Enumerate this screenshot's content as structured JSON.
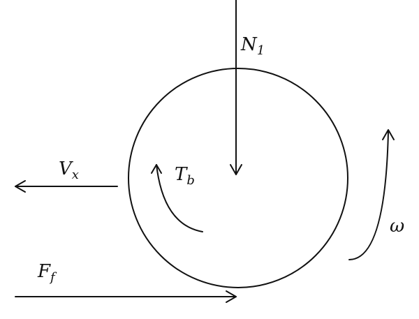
{
  "labels": {
    "normal_force": {
      "main": "N",
      "sub": "1"
    },
    "velocity": {
      "main": "V",
      "sub": "x"
    },
    "brake_torque": {
      "main": "T",
      "sub": "b"
    },
    "angular_velocity": {
      "main": "ω"
    },
    "friction_force": {
      "main": "F",
      "sub": "f"
    }
  },
  "colors": {
    "stroke": "#111111",
    "background": "#ffffff"
  }
}
